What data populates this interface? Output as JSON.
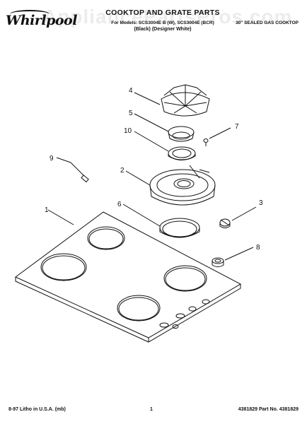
{
  "brand": {
    "logo_text": "Whirlpool"
  },
  "watermark": "AppliancePartsPros.com",
  "header": {
    "title": "COOKTOP AND GRATE PARTS",
    "models": "For Models: SCS3004E B (W), SCS3004E (BCR)",
    "colors": "(Black)    (Designer White)",
    "description": "30\" SEALED GAS COOKTOP"
  },
  "callouts": [
    "1",
    "2",
    "3",
    "4",
    "5",
    "6",
    "7",
    "8",
    "9",
    "10"
  ],
  "footer": {
    "left": "8-97 Litho in U.S.A. (mb)",
    "page": "1",
    "right": "4381829   Part No. 4381829"
  }
}
